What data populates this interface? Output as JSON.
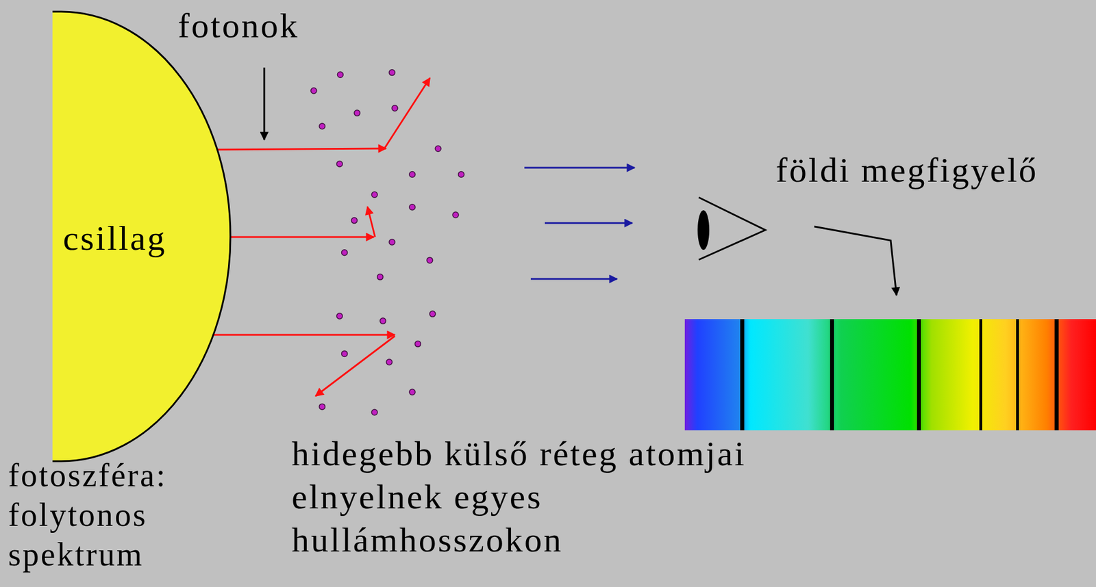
{
  "diagram": {
    "nodes": [
      {
        "text": [
          "csillag"
        ]
      }
    ],
    "labels": [
      "fotonok",
      "fotoszféra: folytonos spektrum",
      "hidegebb külső réteg atomjai elnyelnek egyes hullámhosszokon",
      "földi megfigyelő"
    ]
  }
}
